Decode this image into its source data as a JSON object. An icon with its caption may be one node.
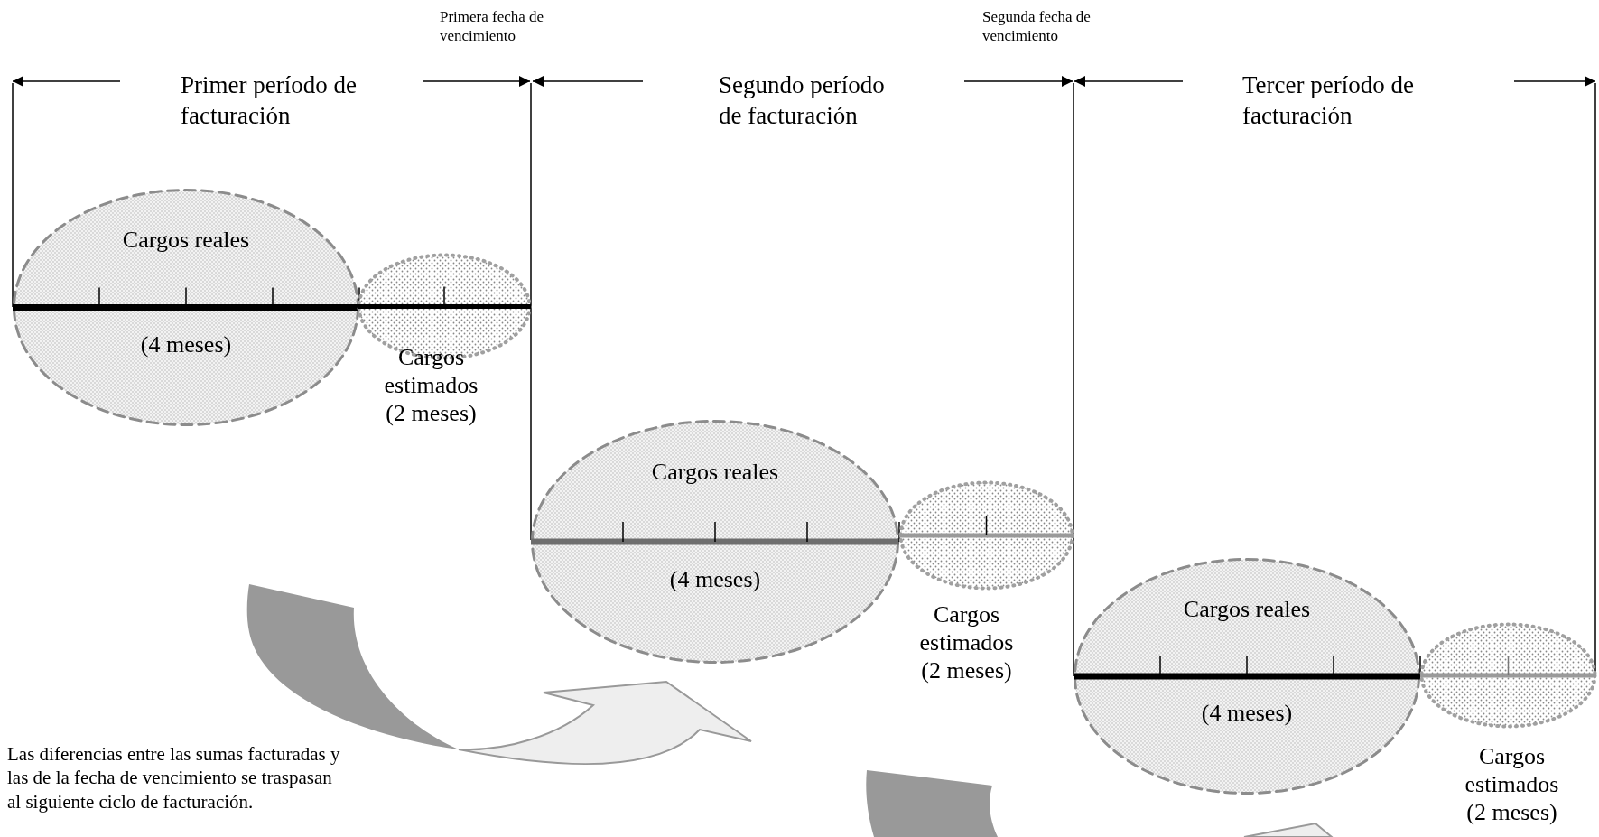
{
  "diagram": {
    "nodes": [
      {
        "text": [
          "Cargos reales",
          "(4 meses)"
        ]
      },
      {
        "text": [],
        "shape": "ellipse",
        "beside": [
          "Cargos estimados (2 meses)"
        ]
      },
      {
        "text": [
          "Cargos reales",
          "(4 meses)"
        ]
      },
      {
        "text": [],
        "shape": "ellipse",
        "beside": [
          "Cargos estimados (2 meses)"
        ]
      },
      {
        "text": [
          "Cargos reales",
          "(4 meses)"
        ]
      },
      {
        "text": [],
        "shape": "ellipse",
        "beside": [
          "Cargos estimados (2 meses)"
        ]
      }
    ],
    "labels": [
      "Primera fecha de vencimiento",
      "Segunda fecha de vencimiento",
      "Primer período de facturación",
      "Segundo período de facturación",
      "Tercer período de facturación",
      "Las diferencias entre las sumas facturadas y las de la fecha de vencimiento se traspasan al siguiente ciclo de facturación."
    ]
  }
}
